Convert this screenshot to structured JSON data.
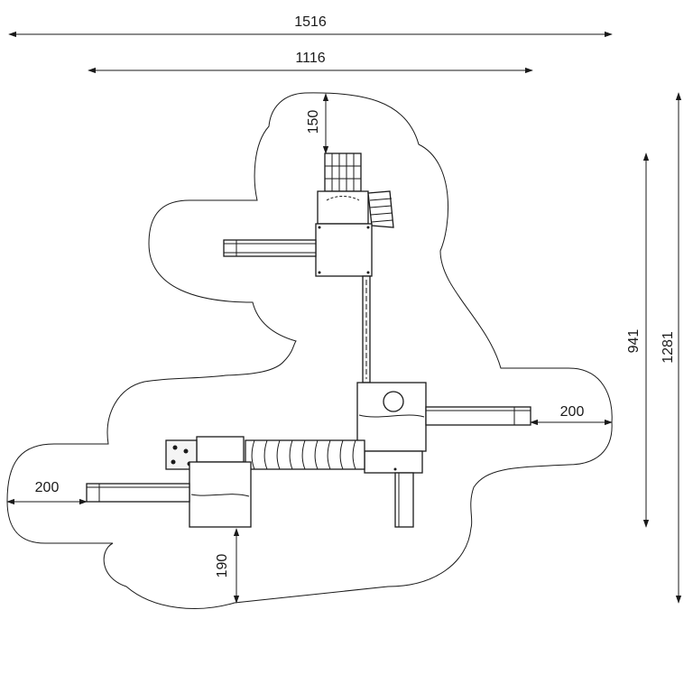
{
  "diagram": {
    "type": "playground-layout-plan",
    "line_color": "#1a1a1a",
    "background": "#ffffff",
    "dimensions": {
      "overall_width": "1516",
      "inner_width": "1116",
      "top_clearance": "150",
      "right_clearance": "200",
      "left_clearance": "200",
      "bottom_clearance": "190",
      "inner_height": "941",
      "overall_height": "1281"
    }
  }
}
